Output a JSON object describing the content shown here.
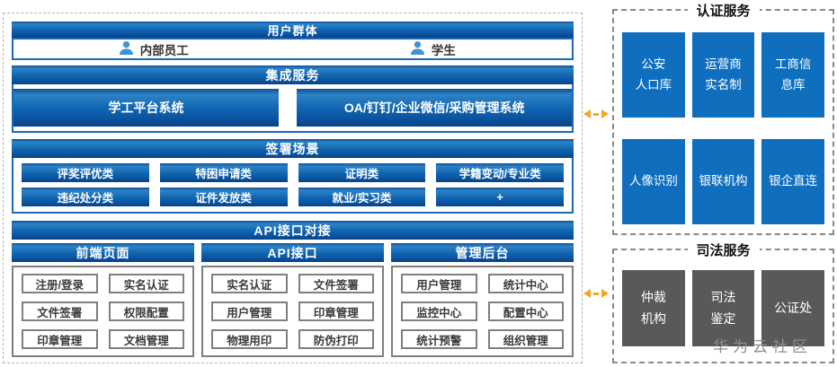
{
  "colors": {
    "glossy_blue_mid": "#1166b1",
    "flat_blue": "#0f6fbe",
    "dark_gray": "#595959",
    "border_blue": "#1a6ab5",
    "border_gray": "#7f7f7f",
    "arrow_orange": "#f5a623"
  },
  "main": {
    "user_group": {
      "title": "用户群体",
      "users": [
        {
          "label": "内部员工"
        },
        {
          "label": "学生"
        }
      ]
    },
    "integration": {
      "title": "集成服务",
      "systems": [
        "学工平台系统",
        "OA/钉钉/企业微信/采购管理系统"
      ]
    },
    "scenarios": {
      "title": "签署场景",
      "items": [
        "评奖评优类",
        "特困申请类",
        "证明类",
        "学籍变动/专业类",
        "违纪处分类",
        "证件发放类",
        "就业/实习类",
        "+"
      ]
    },
    "api": {
      "title": "API接口对接",
      "columns": [
        {
          "title": "前端页面",
          "items": [
            "注册/登录",
            "实名认证",
            "文件签署",
            "权限配置",
            "印章管理",
            "文档管理"
          ]
        },
        {
          "title": "API接口",
          "items": [
            "实名认证",
            "文件签署",
            "用户管理",
            "印章管理",
            "物理用印",
            "防伪打印"
          ]
        },
        {
          "title": "管理后台",
          "items": [
            "用户管理",
            "统计中心",
            "监控中心",
            "配置中心",
            "统计预警",
            "组织管理"
          ]
        }
      ]
    }
  },
  "auth_services": {
    "title": "认证服务",
    "row1": [
      "公安\n人口库",
      "运营商\n实名制",
      "工商信\n息库"
    ],
    "row2": [
      "人像识别",
      "银联机构",
      "银企直连"
    ]
  },
  "judicial_services": {
    "title": "司法服务",
    "items": [
      "仲裁\n机构",
      "司法\n鉴定",
      "公证处"
    ]
  },
  "watermark": "华为云社区"
}
